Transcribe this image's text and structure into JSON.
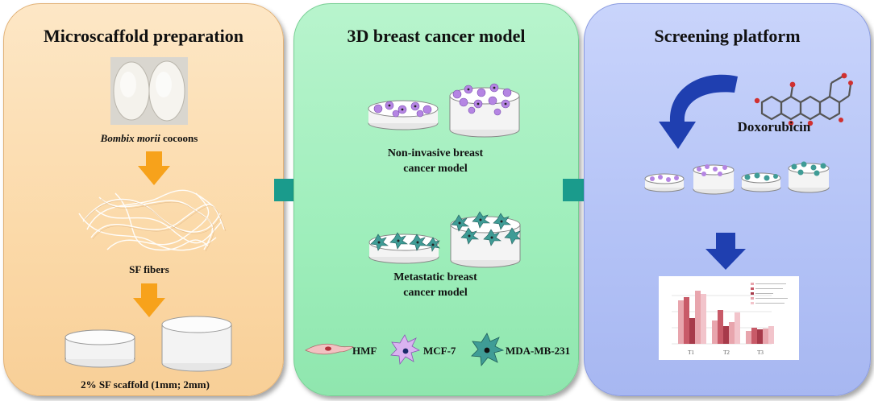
{
  "panel1": {
    "title": "Microscaffold preparation",
    "cocoon_label_italic": "Bombix morii",
    "cocoon_label_rest": " cocoons",
    "fibers_label": "SF fibers",
    "scaffold_label": "2% SF scaffold  (1mm; 2mm)"
  },
  "panel2": {
    "title": "3D breast cancer model",
    "noninvasive_label_line1": "Non-invasive breast",
    "noninvasive_label_line2": "cancer model",
    "metastatic_label_line1": "Metastatic breast",
    "metastatic_label_line2": "cancer model",
    "legend": [
      "HMF",
      "MCF-7",
      "MDA-MB-231"
    ]
  },
  "panel3": {
    "title": "Screening platform",
    "drug_label": "Doxorubicin",
    "mini_chart": {
      "groups": [
        "T1",
        "T2",
        "T3"
      ],
      "legend": [
        "Bar legend entry 1",
        "Bar legend entry 2",
        "Bar legend entry 3",
        "Bar legend entry 4",
        "Bar legend entry 5"
      ]
    }
  },
  "colors": {
    "panel1_bg": "#fbd9a8",
    "panel2_bg": "#9eeebb",
    "panel3_bg": "#b3c2f6",
    "orange_arrow": "#f7a21b",
    "teal_arrow": "#1a9b8c",
    "blue_arrow": "#1f3fb0"
  }
}
